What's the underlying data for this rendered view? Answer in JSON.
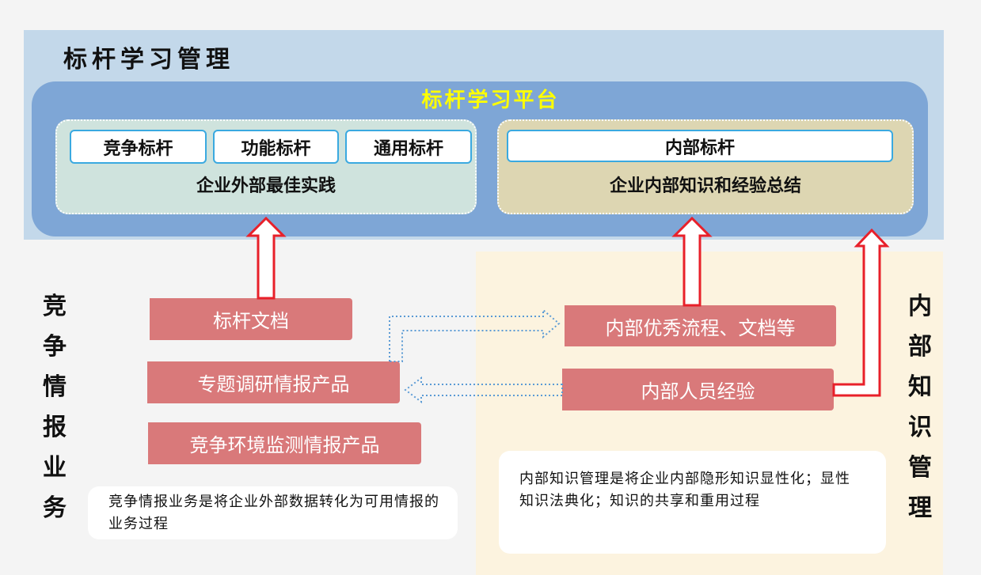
{
  "management": {
    "title": "标杆学习管理"
  },
  "platform": {
    "title": "标杆学习平台",
    "external": {
      "tags": [
        "竞争标杆",
        "功能标杆",
        "通用标杆"
      ],
      "caption": "企业外部最佳实践"
    },
    "internal": {
      "tags": [
        "内部标杆"
      ],
      "caption": "企业内部知识和经验总结"
    }
  },
  "left_side": {
    "title": "竞争情报业务",
    "items": [
      "标杆文档",
      "专题调研情报产品",
      "竞争环境监测情报产品"
    ],
    "note": "竞争情报业务是将企业外部数据转化为可用情报的业务过程"
  },
  "right_side": {
    "title": "内部知识管理",
    "items": [
      "内部优秀流程、文档等",
      "内部人员经验"
    ],
    "note": "内部知识管理是将企业内部隐形知识显性化；显性知识法典化；知识的共享和重用过程"
  },
  "colors": {
    "band_blue": "#c3d8ea",
    "platform_blue": "#7ea6d6",
    "platform_title": "#ffff00",
    "external_panel": "#cfe3dd",
    "internal_panel": "#ddd6b2",
    "item_pink": "#d9797a",
    "arrow_red": "#e8202a",
    "dotted_arrow": "#5b9bd5",
    "knowledge_band": "#fcf3df"
  }
}
